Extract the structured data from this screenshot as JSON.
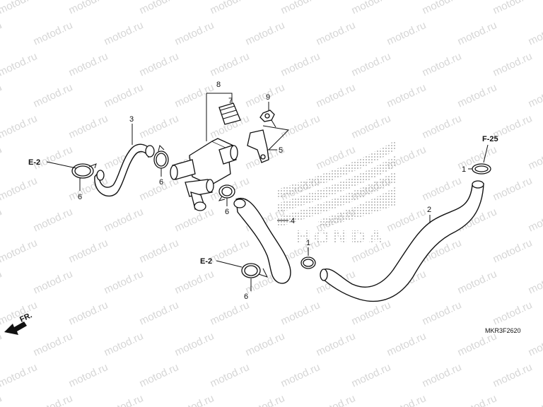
{
  "watermark": "motod.ru",
  "diagram_code": "MKR3F2620",
  "front_indicator": "FR.",
  "logo": {
    "brand": "HONDA"
  },
  "references": [
    {
      "id": "ref-e2-top",
      "text": "E-2"
    },
    {
      "id": "ref-e2-bottom",
      "text": "E-2"
    },
    {
      "id": "ref-f25",
      "text": "F-25"
    }
  ],
  "callouts": [
    {
      "id": "callout-3",
      "number": "3"
    },
    {
      "id": "callout-6-left",
      "number": "6"
    },
    {
      "id": "callout-6-mid",
      "number": "6"
    },
    {
      "id": "callout-6-right",
      "number": "6"
    },
    {
      "id": "callout-6-bottom",
      "number": "6"
    },
    {
      "id": "callout-8",
      "number": "8"
    },
    {
      "id": "callout-7",
      "number": "7"
    },
    {
      "id": "callout-9",
      "number": "9"
    },
    {
      "id": "callout-5",
      "number": "5"
    },
    {
      "id": "callout-4",
      "number": "4"
    },
    {
      "id": "callout-1-mid",
      "number": "1"
    },
    {
      "id": "callout-1-right",
      "number": "1"
    },
    {
      "id": "callout-2",
      "number": "2"
    }
  ]
}
